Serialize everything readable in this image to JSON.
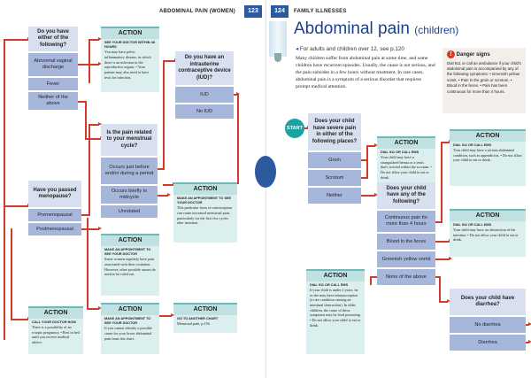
{
  "header": {
    "left_title": "ABDOMINAL PAIN (WOMEN)",
    "left_page": "123",
    "right_page": "124",
    "right_title": "FAMILY ILLNESSES"
  },
  "left": {
    "q1": "Do you have either of the following?",
    "q1_opts": [
      "Abnormal vaginal discharge",
      "Fever",
      "Neither of the above"
    ],
    "act1_head": "ACTION",
    "act1_lead": "SEE YOUR DOCTOR WITHIN 48 HOURS",
    "act1_text": "You may have pelvic inflammatory disease, in which there is an infection in the reproductive organs. • Your partner may also need to have tests for infection.",
    "q2": "Do you have an intrauterine contraceptive device (IUD)?",
    "q2_opts": [
      "IUD",
      "No IUD"
    ],
    "q3": "Is the pain related to your menstrual cycle?",
    "q3_opts": [
      "Occurs just before and/or during a period",
      "Occurs briefly in midcycle",
      "Unrelated"
    ],
    "act2_head": "ACTION",
    "act2_lead": "MAKE AN APPOINTMENT TO SEE YOUR DOCTOR",
    "act2_text": "This particular form of contraception can cause increased menstrual pain, particularly for the first few cycles after insertion.",
    "q4": "Have you passed menopause?",
    "q4_opts": [
      "Premenopausal",
      "Postmenopausal"
    ],
    "act3_head": "ACTION",
    "act3_lead": "MAKE AN APPOINTMENT TO SEE YOUR DOCTOR",
    "act3_text": "Some women regularly have pain associated with their ovulation. However, other possible causes do need to be ruled out.",
    "act4_head": "ACTION",
    "act4_lead": "CALL YOUR DOCTOR NOW",
    "act4_text": "There is a possibility of an ectopic pregnancy. • Rest in bed until you receive medical advice.",
    "act5_head": "ACTION",
    "act5_lead": "MAKE AN APPOINTMENT TO SEE YOUR DOCTOR",
    "act5_text": "If you cannot identify a possible cause for your lower abdominal pain from this chart.",
    "act6_head": "ACTION",
    "act6_lead": "GO TO ANOTHER CHART",
    "act6_text": "Menstrual pain, p.156"
  },
  "right": {
    "title_main": "Abdominal pain",
    "title_sub": "(children)",
    "ref": "For adults and children over 12, see p.120",
    "intro": "Many children suffer from abdominal pain at some time, and some children have recurrent episodes. Usually, the cause is not serious, and the pain subsides in a few hours without treatment. In rare cases, abdominal pain is a symptom of a serious disorder that requires prompt medical attention.",
    "danger_title": "Danger signs",
    "danger_text": "Dial 911 or call an ambulance if your child's abdominal pain is accompanied by any of the following symptoms: • Greenish yellow vomit. • Pain in the groin or scrotum. • Blood in the feces. • Pain has been continuous for more than 4 hours.",
    "start": "START",
    "q1": "Does your child have severe pain in either of the following places?",
    "q1_opts": [
      "Groin",
      "Scrotum",
      "Neither"
    ],
    "act1_head": "ACTION",
    "act1_lead": "DIAL 911 OR CALL EMS",
    "act1_text": "Your child may have a strangulated hernia or a testis that's twisted within the scrotum. • Do not allow your child to eat or drink.",
    "q2": "Does your child have any of the following?",
    "q2_opts": [
      "Continuous pain for more than 4 hours",
      "Blood in the feces",
      "Greenish yellow vomit",
      "None of the above"
    ],
    "act2_head": "ACTION",
    "act2_lead": "DIAL 911 OR CALL EMS",
    "act2_text": "Your child may have a serious abdominal condition, such as appendicitis. • Do not allow your child to eat or drink.",
    "act3_head": "ACTION",
    "act3_lead": "DIAL 911 OR CALL EMS",
    "act3_text": "Your child may have an obstruction of the intestine. • Do not allow your child to eat or drink.",
    "act4_head": "ACTION",
    "act4_lead": "DIAL 911 OR CALL EMS",
    "act4_text": "If your child is under 2 years, he or she may have intussusception (a rare condition causing an intestinal obstruction). In older children, the cause of these symptoms may be food poisoning. • Do not allow your child to eat or drink.",
    "q3": "Does your child have diarrhea?",
    "q3_opts": [
      "No diarrhea",
      "Diarrhea"
    ]
  }
}
